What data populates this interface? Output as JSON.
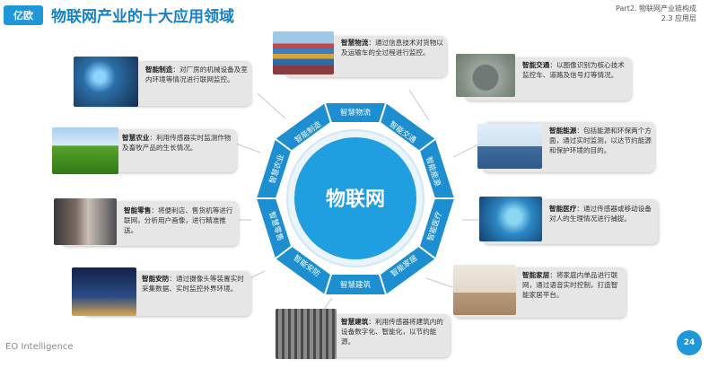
{
  "header": {
    "logo_text": "亿欧",
    "title": "物联网产业的十大应用领域",
    "part_line": "Part2. 物联网产业链构成",
    "section_line": "2.3 应用层"
  },
  "center": {
    "label": "物联网"
  },
  "ring_labels": [
    "智慧物流",
    "智能交通",
    "智能能源",
    "智能医疗",
    "智能家居",
    "智慧建筑",
    "智能安防",
    "智慧零售",
    "智慧农业",
    "智能制造"
  ],
  "cards": {
    "logistics": {
      "name": "智慧物流",
      "desc": "通过信息技术对货物以及运输车的全过程进行监控。"
    },
    "traffic": {
      "name": "智能交通",
      "desc": "以图像识别为核心技术监控车、道路及信号灯等情况。"
    },
    "energy": {
      "name": "智能能源",
      "desc": "包括能源和环保两个方面，通过实时监测，以达节约能源和保护环境的目的。"
    },
    "medical": {
      "name": "智能医疗",
      "desc": "通过传感器或移动设备对人的生理情况进行捕捉。"
    },
    "home": {
      "name": "智能家居",
      "desc": "将家庭内单品进行联网，通过语音实时控制，打造智能家居平台。"
    },
    "building": {
      "name": "智慧建筑",
      "desc": "利用传感器将建筑内的设备数字化、智能化，以节约能源。"
    },
    "security": {
      "name": "智能安防",
      "desc": "通过摄像头等装置实时采集数据、实时监控外界环境。"
    },
    "retail": {
      "name": "智能零售",
      "desc": "将便利店、售货机等进行联网，分析用户画像，进行精准推送。"
    },
    "agri": {
      "name": "智慧农业",
      "desc": "利用传感器实时监测作物及畜牧产品的生长情况。"
    },
    "manufacturing": {
      "name": "智能制造",
      "desc": "对厂房的机械设备及室内环境等情况进行联网监控。"
    }
  },
  "footer": {
    "brand": "EO Intelligence",
    "page": "24"
  },
  "colors": {
    "accent": "#1f97d8",
    "ring_outer": "#1d8fd0",
    "center": "#1f9ee0",
    "card_bg": "#e6e6e6"
  }
}
